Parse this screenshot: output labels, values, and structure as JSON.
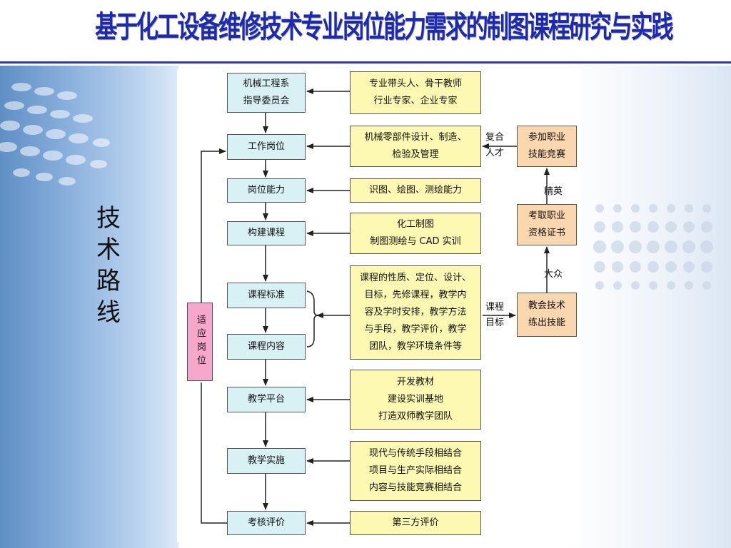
{
  "title": "基于化工设备维修技术专业岗位能力需求的制图课程研究与实践",
  "side_label": [
    "技",
    "术",
    "路",
    "线"
  ],
  "left_steps": [
    {
      "id": "dept",
      "lines": [
        "机械工程系",
        "指导委员会"
      ]
    },
    {
      "id": "post",
      "lines": [
        "工作岗位"
      ]
    },
    {
      "id": "ability",
      "lines": [
        "岗位能力"
      ]
    },
    {
      "id": "build",
      "lines": [
        "构建课程"
      ]
    },
    {
      "id": "standard",
      "lines": [
        "课程标准"
      ]
    },
    {
      "id": "content",
      "lines": [
        "课程内容"
      ]
    },
    {
      "id": "platform",
      "lines": [
        "教学平台"
      ]
    },
    {
      "id": "implement",
      "lines": [
        "教学实施"
      ]
    },
    {
      "id": "evaluate",
      "lines": [
        "考核评价"
      ]
    }
  ],
  "right_details": [
    {
      "id": "experts",
      "lines": [
        "专业带头人、骨干教师",
        "行业专家、企业专家"
      ]
    },
    {
      "id": "machine",
      "lines": [
        "机械零部件设计、制造、",
        "检验及管理"
      ]
    },
    {
      "id": "skills",
      "lines": [
        "识图、绘图、测绘能力"
      ]
    },
    {
      "id": "cad",
      "lines": [
        "化工制图",
        "制图测绘与 CAD 实训"
      ]
    },
    {
      "id": "course",
      "lines": [
        "课程的性质、定位、设计、",
        "目标，先修课程，教学内",
        "容及学时安排，教学方法",
        "与手段，教学评价，教学",
        "团队，教学环境条件等"
      ]
    },
    {
      "id": "materials",
      "lines": [
        "开发教材",
        "建设实训基地",
        "打造双师教学团队"
      ]
    },
    {
      "id": "methods",
      "lines": [
        "现代与传统手段相结合",
        "项目与生产实际相结合",
        "内容与技能竞赛相结合"
      ]
    },
    {
      "id": "thirdparty",
      "lines": [
        "第三方评价"
      ]
    }
  ],
  "far_right": [
    {
      "id": "contest",
      "lines": [
        "参加职业",
        "技能竞赛"
      ]
    },
    {
      "id": "cert",
      "lines": [
        "考取职业",
        "资格证书"
      ]
    },
    {
      "id": "teach",
      "lines": [
        "教会技术",
        "练出技能"
      ]
    }
  ],
  "adapt_box": "适应岗位",
  "arrow_labels": {
    "composite": [
      "复合",
      "人才"
    ],
    "elite": "精英",
    "public": "大众",
    "course_goal": [
      "课程",
      "目标"
    ]
  }
}
